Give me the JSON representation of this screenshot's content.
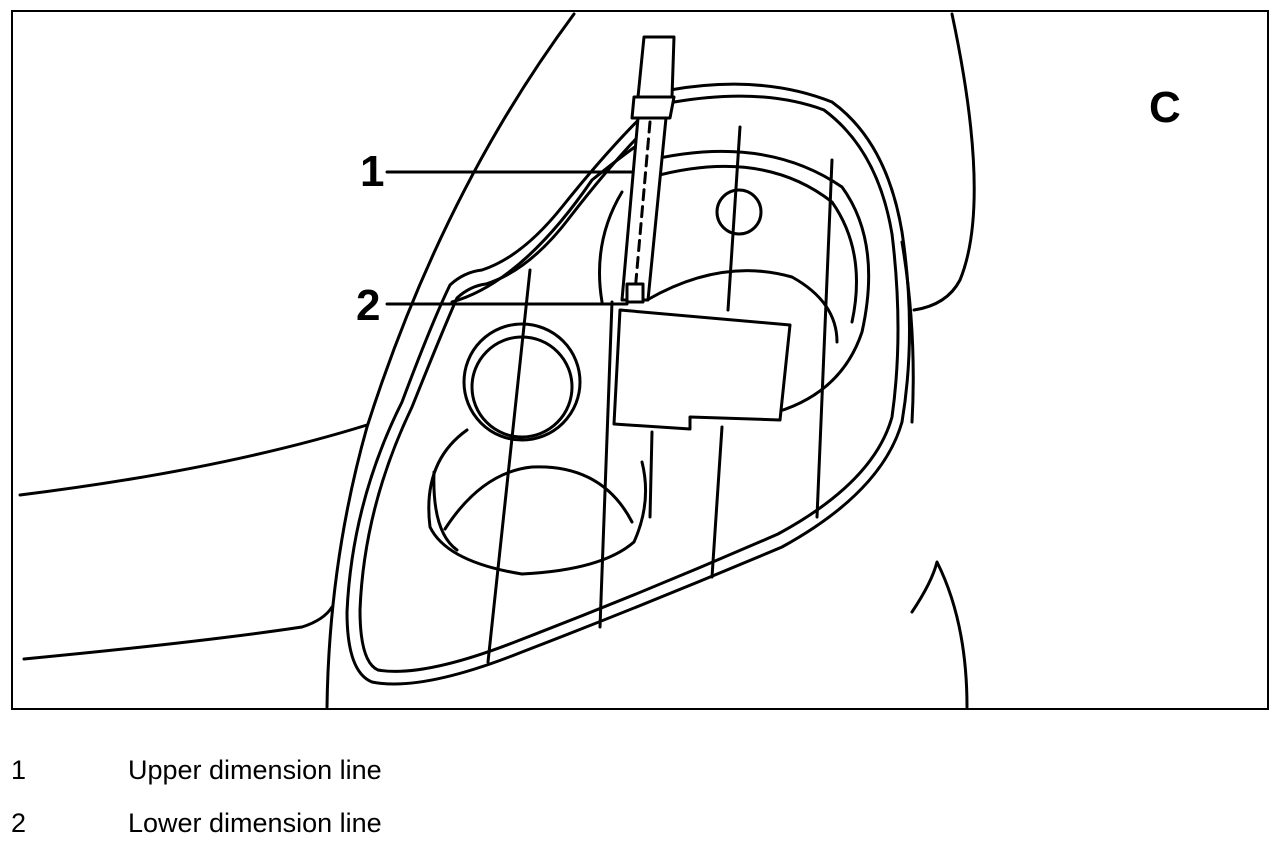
{
  "figure": {
    "panel_letter": "C",
    "callouts": {
      "c1": "1",
      "c2": "2"
    }
  },
  "legend": [
    {
      "num": "1",
      "text": "Upper dimension line"
    },
    {
      "num": "2",
      "text": "Lower dimension line"
    }
  ]
}
